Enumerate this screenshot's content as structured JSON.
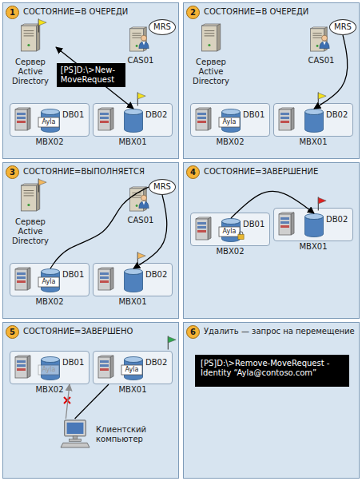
{
  "diagram": {
    "nodes": [
      {
        "text": [
          "1",
          "СОСТОЯНИЕ=В ОЧЕРЕДИ"
        ]
      },
      {
        "text": [
          "Сервер Active Directory"
        ],
        "in": 0
      },
      {
        "text": [
          "CAS01"
        ],
        "in": 0
      },
      {
        "text": [
          "MRS"
        ],
        "in": 0
      },
      {
        "text": [
          "MBX02"
        ],
        "in": 0
      },
      {
        "text": [
          "DB01"
        ],
        "in": 4
      },
      {
        "text": [
          "MBX01"
        ],
        "in": 0
      },
      {
        "text": [
          "DB02"
        ],
        "in": 6
      },
      {
        "text": [
          "2",
          "СОСТОЯНИЕ=В ОЧЕРЕДИ"
        ]
      },
      {
        "text": [
          "Сервер Active Directory"
        ],
        "in": 8
      },
      {
        "text": [
          "CAS01"
        ],
        "in": 8
      },
      {
        "text": [
          "MRS"
        ],
        "in": 8
      },
      {
        "text": [
          "MBX02"
        ],
        "in": 8
      },
      {
        "text": [
          "DB01"
        ],
        "in": 12
      },
      {
        "text": [
          "MBX01"
        ],
        "in": 8
      },
      {
        "text": [
          "DB02"
        ],
        "in": 14
      },
      {
        "text": [
          "3",
          "СОСТОЯНИЕ=ВЫПОЛНЯЕТСЯ"
        ]
      },
      {
        "text": [
          "Сервер Active Directory"
        ],
        "in": 16
      },
      {
        "text": [
          "CAS01"
        ],
        "in": 16
      },
      {
        "text": [
          "MRS"
        ],
        "in": 16
      },
      {
        "text": [
          "MBX02"
        ],
        "in": 16
      },
      {
        "text": [
          "DB01"
        ],
        "in": 20
      },
      {
        "text": [
          "MBX01"
        ],
        "in": 16
      },
      {
        "text": [
          "DB02"
        ],
        "in": 22
      },
      {
        "text": [
          "4",
          "СОСТОЯНИЕ=ЗАВЕРШЕНИЕ"
        ]
      },
      {
        "text": [
          "MBX02"
        ],
        "in": 24
      },
      {
        "text": [
          "DB01"
        ],
        "in": 25
      },
      {
        "text": [
          "MBX01"
        ],
        "in": 24
      },
      {
        "text": [
          "DB02"
        ],
        "in": 27
      },
      {
        "text": [
          "5",
          "СОСТОЯНИЕ=ЗАВЕРШЕНО"
        ]
      },
      {
        "text": [
          "MBX02"
        ],
        "in": 29
      },
      {
        "text": [
          "DB01"
        ],
        "in": 30
      },
      {
        "text": [
          "MBX01"
        ],
        "in": 29
      },
      {
        "text": [
          "DB02"
        ],
        "in": 32
      },
      {
        "text": [
          "Клиентский компьютер"
        ],
        "in": 29
      },
      {
        "text": [
          "6",
          "Удалить — запрос на перемещение"
        ]
      },
      {
        "text": [
          "[PS]D:\\>Remove-MoveRequest -Identity “Ayla@contoso.com”"
        ],
        "in": 35
      }
    ],
    "edges": [
      {
        "from": 1,
        "to": 7,
        "arrow": "both",
        "label": "[PS]D:\\>New-MoveRequest"
      },
      {
        "from": 11,
        "to": 15,
        "arrow": "to"
      },
      {
        "from": 21,
        "to": 19,
        "arrow": "none"
      },
      {
        "from": 19,
        "to": 23,
        "arrow": "to"
      },
      {
        "from": 26,
        "to": 28,
        "arrow": "to"
      },
      {
        "from": 34,
        "to": 32,
        "arrow": "none"
      },
      {
        "from": 34,
        "to": 30,
        "arrow": "to"
      }
    ],
    "labels": [
      "Ayla",
      "Ayla",
      "Ayla",
      "Ayla",
      "Ayla",
      "Ayla"
    ]
  }
}
